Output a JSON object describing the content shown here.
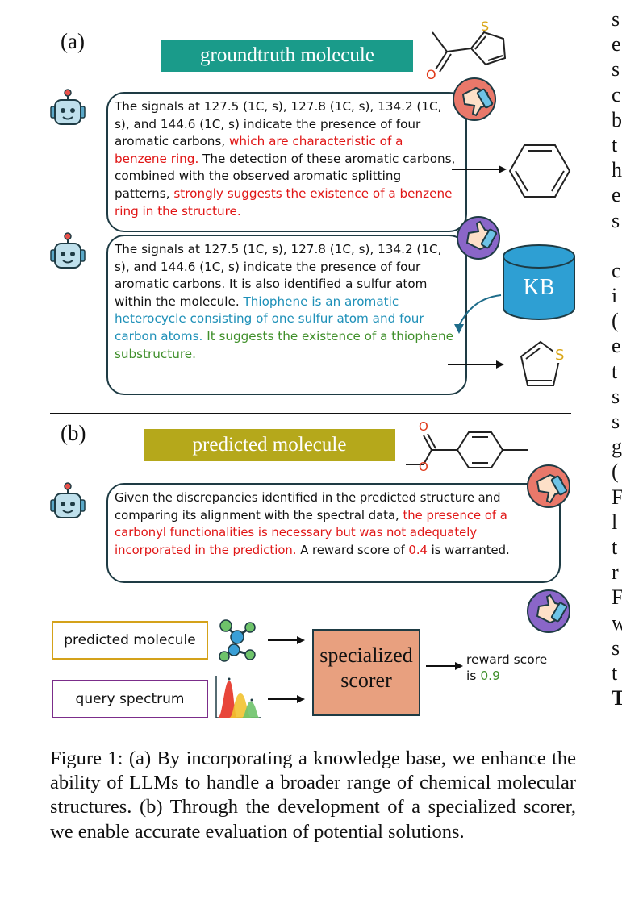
{
  "panel_a": {
    "label": "(a)",
    "banner": "groundtruth molecule",
    "banner_color": "#1a9b8a",
    "bubble1": {
      "p1": "The signals at 127.5 (1C, s), 127.8 (1C, s), 134.2 (1C, s), and 144.6 (1C, s) indicate the presence of four aromatic carbons, ",
      "p2": "which are characteristic of a benzene ring.",
      "p3": " The detection of these aromatic carbons, combined with the observed aromatic splitting patterns, ",
      "p4": "strongly suggests the existence of a benzene ring in the structure."
    },
    "bubble2": {
      "p1": "The signals at 127.5 (1C, s), 127.8 (1C, s), 134.2 (1C, s), and 144.6 (1C, s) indicate the presence of four aromatic carbons. It is also identified a sulfur atom within the molecule. ",
      "p2": "Thiophene is an aromatic heterocycle consisting of one sulfur atom and four carbon atoms.",
      "p3": " It suggests the existence of a thiophene substructure."
    },
    "kb_label": "KB",
    "atom_s": "S",
    "atom_o": "O"
  },
  "panel_b": {
    "label": "(b)",
    "banner": "predicted molecule",
    "banner_color": "#b5a81b",
    "bubble3": {
      "p1": "Given the discrepancies identified in the predicted structure and comparing its alignment with the spectral data, ",
      "p2": "the presence of a carbonyl functionalities is necessary but was not adequately incorporated in the prediction.",
      "p3": " A reward score of ",
      "p4": "0.4",
      "p5": " is warranted."
    },
    "box_predicted": "predicted molecule",
    "box_predicted_color": "#d4a21a",
    "box_query": "query spectrum",
    "box_query_color": "#7b2d8a",
    "scorer_line1": "specialized",
    "scorer_line2": "scorer",
    "scorer_color": "#e8a07f",
    "reward_line1": "reward score",
    "reward_prefix": "is ",
    "reward_value": "0.9",
    "atom_o": "O"
  },
  "caption": "Figure 1: (a) By incorporating a knowledge base, we enhance the ability of LLMs to handle a broader range of chemical molecular structures. (b) Through the development of a specialized scorer, we enable accurate evaluation of potential solutions.",
  "right_column_letters": [
    "s",
    "e",
    "s",
    "c",
    "b",
    "t",
    "h",
    "e",
    "s",
    "",
    "c",
    "i",
    "(",
    "e",
    "t",
    "s",
    "s",
    "g",
    "(",
    "F",
    "l",
    "t",
    "r",
    "F",
    "w",
    "s",
    "t",
    "T"
  ],
  "icons": [
    "robot-icon",
    "thumbs-down-icon",
    "thumbs-up-icon",
    "benzene-icon",
    "thiophene-icon",
    "database-icon",
    "molecule-3d-icon",
    "spectrum-chart-icon",
    "arrow-icon"
  ]
}
